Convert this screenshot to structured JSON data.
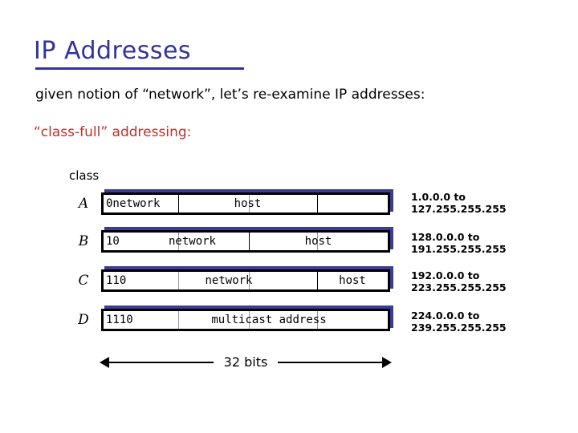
{
  "slide": {
    "title": "IP Addresses",
    "intro": "given notion of “network”, let’s re-examine IP addresses:",
    "classfull": "“class-full” addressing:",
    "class_caption": "class",
    "title_color": "#3333A0",
    "classfull_color": "#C03030",
    "box_shadow_color": "#3B3B98",
    "bits_label": "32 bits"
  },
  "rows": [
    {
      "letter": "A",
      "prefix": "0",
      "fields": [
        {
          "text": "0network",
          "align": "left"
        },
        {
          "text": "host",
          "align": "center"
        }
      ],
      "range_from": "1.0.0.0 to",
      "range_to": "127.255.255.255"
    },
    {
      "letter": "B",
      "prefix": "10",
      "fields": [
        {
          "text": "10",
          "align": "left"
        },
        {
          "text": "network",
          "align": "center"
        },
        {
          "text": "host",
          "align": "center"
        }
      ],
      "range_from": "128.0.0.0 to",
      "range_to": "191.255.255.255"
    },
    {
      "letter": "C",
      "prefix": "110",
      "fields": [
        {
          "text": "110",
          "align": "left"
        },
        {
          "text": "network",
          "align": "center"
        },
        {
          "text": "host",
          "align": "center"
        }
      ],
      "range_from": "192.0.0.0 to",
      "range_to": "223.255.255.255"
    },
    {
      "letter": "D",
      "prefix": "1110",
      "fields": [
        {
          "text": "1110",
          "align": "left"
        },
        {
          "text": "multicast address",
          "align": "center"
        }
      ],
      "range_from": "224.0.0.0 to",
      "range_to": "239.255.255.255"
    }
  ]
}
